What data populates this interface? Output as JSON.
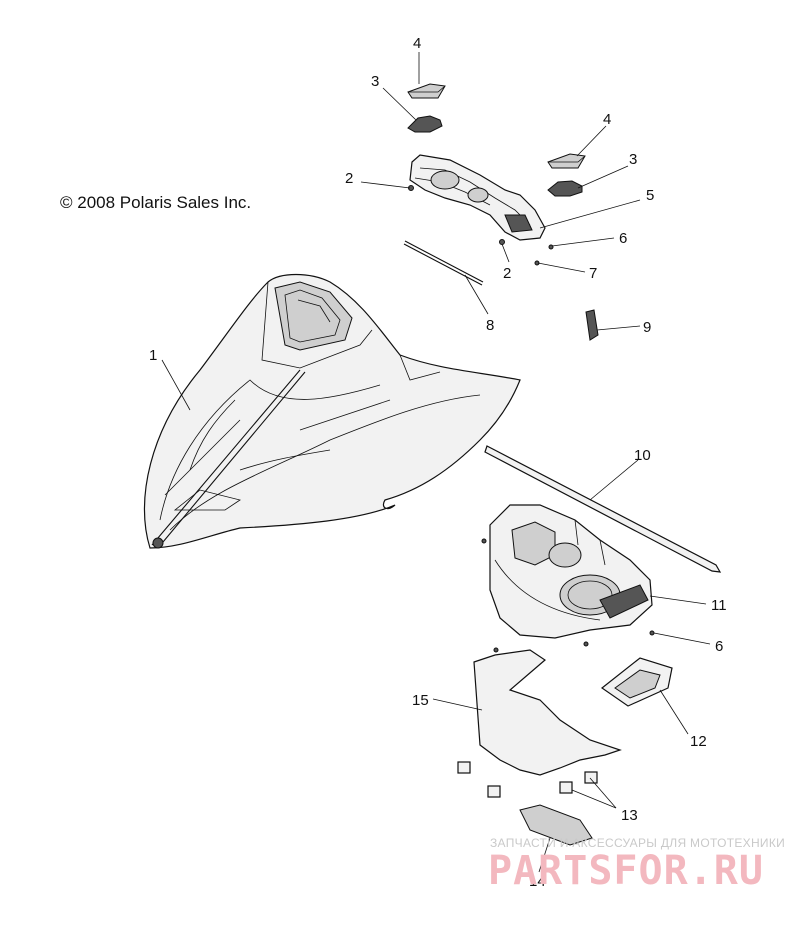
{
  "copyright": "© 2008 Polaris Sales Inc.",
  "watermark": {
    "tagline": "ЗАПЧАСТИ И АКСЕССУАРЫ ДЛЯ МОТОТЕХНИКИ",
    "brand": "PARTSFOR.RU"
  },
  "callouts": [
    {
      "id": "c4a",
      "label": "4"
    },
    {
      "id": "c3a",
      "label": "3"
    },
    {
      "id": "c4b",
      "label": "4"
    },
    {
      "id": "c3b",
      "label": "3"
    },
    {
      "id": "c2a",
      "label": "2"
    },
    {
      "id": "c5",
      "label": "5"
    },
    {
      "id": "c6a",
      "label": "6"
    },
    {
      "id": "c2b",
      "label": "2"
    },
    {
      "id": "c7",
      "label": "7"
    },
    {
      "id": "c8",
      "label": "8"
    },
    {
      "id": "c9",
      "label": "9"
    },
    {
      "id": "c1",
      "label": "1"
    },
    {
      "id": "c10",
      "label": "10"
    },
    {
      "id": "c11",
      "label": "11"
    },
    {
      "id": "c6b",
      "label": "6"
    },
    {
      "id": "c15",
      "label": "15"
    },
    {
      "id": "c12",
      "label": "12"
    },
    {
      "id": "c13",
      "label": "13"
    },
    {
      "id": "c14",
      "label": "14"
    }
  ]
}
